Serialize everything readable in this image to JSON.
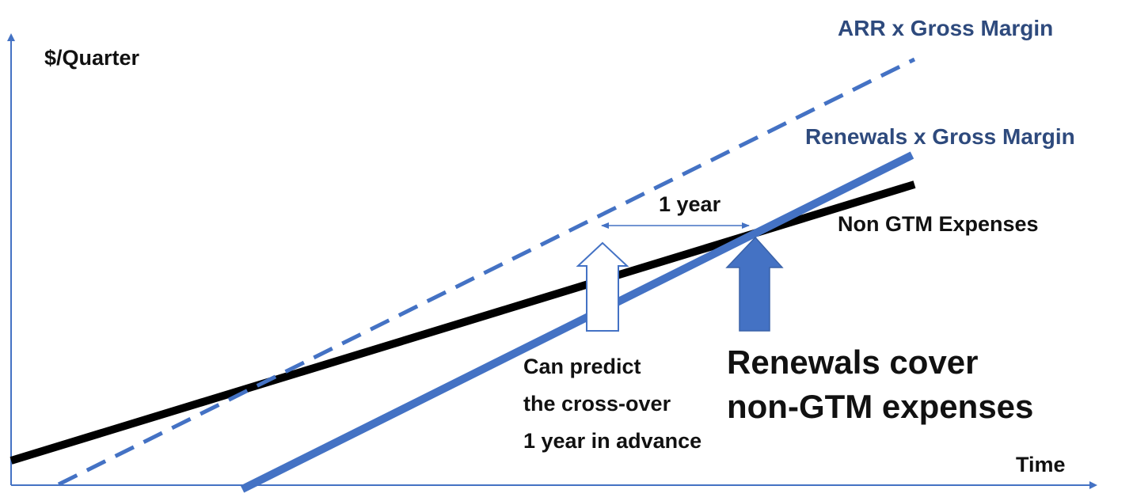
{
  "axes": {
    "y_label": "$/Quarter",
    "x_label": "Time"
  },
  "series": {
    "arr": {
      "label": "ARR x Gross Margin",
      "style": "dashed",
      "color": "#4472C4"
    },
    "renewals": {
      "label": "Renewals x Gross Margin",
      "style": "solid",
      "color": "#4472C4"
    },
    "non_gtm": {
      "label": "Non GTM Expenses",
      "style": "solid",
      "color": "#000000"
    }
  },
  "annotations": {
    "gap_label": "1 year",
    "predict_lines": [
      "Can predict",
      "the cross-over",
      "1 year in advance"
    ],
    "cover_lines": [
      "Renewals cover",
      "non-GTM expenses"
    ]
  },
  "colors": {
    "axis": "#4472C4",
    "label_text": "#2E4A7D",
    "arrow_fill": "#4472C4"
  }
}
